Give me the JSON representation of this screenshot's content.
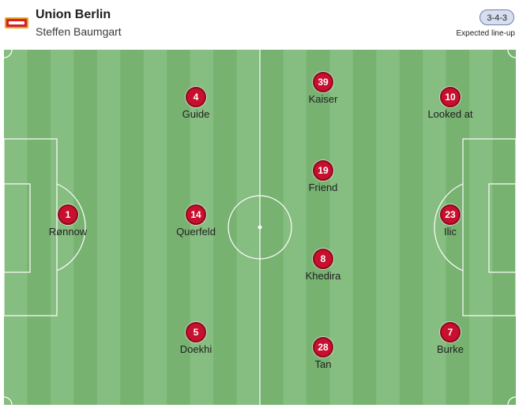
{
  "team": {
    "name": "Union Berlin",
    "coach": "Steffen Baumgart",
    "formation": "3-4-3",
    "lineup_label": "Expected line-up",
    "badge_color": "#c8102e",
    "logo_icon": "union-berlin-crest"
  },
  "pitch": {
    "grass_light": "#86bd80",
    "grass_dark": "#77b271",
    "line_color": "#ffffff"
  },
  "players": [
    {
      "number": "1",
      "name": "Rønnow"
    },
    {
      "number": "4",
      "name": "Guide"
    },
    {
      "number": "14",
      "name": "Querfeld"
    },
    {
      "number": "5",
      "name": "Doekhi"
    },
    {
      "number": "39",
      "name": "Kaiser"
    },
    {
      "number": "19",
      "name": "Friend"
    },
    {
      "number": "8",
      "name": "Khedira"
    },
    {
      "number": "28",
      "name": "Tan"
    },
    {
      "number": "10",
      "name": "Looked at"
    },
    {
      "number": "23",
      "name": "Ilic"
    },
    {
      "number": "7",
      "name": "Burke"
    }
  ]
}
